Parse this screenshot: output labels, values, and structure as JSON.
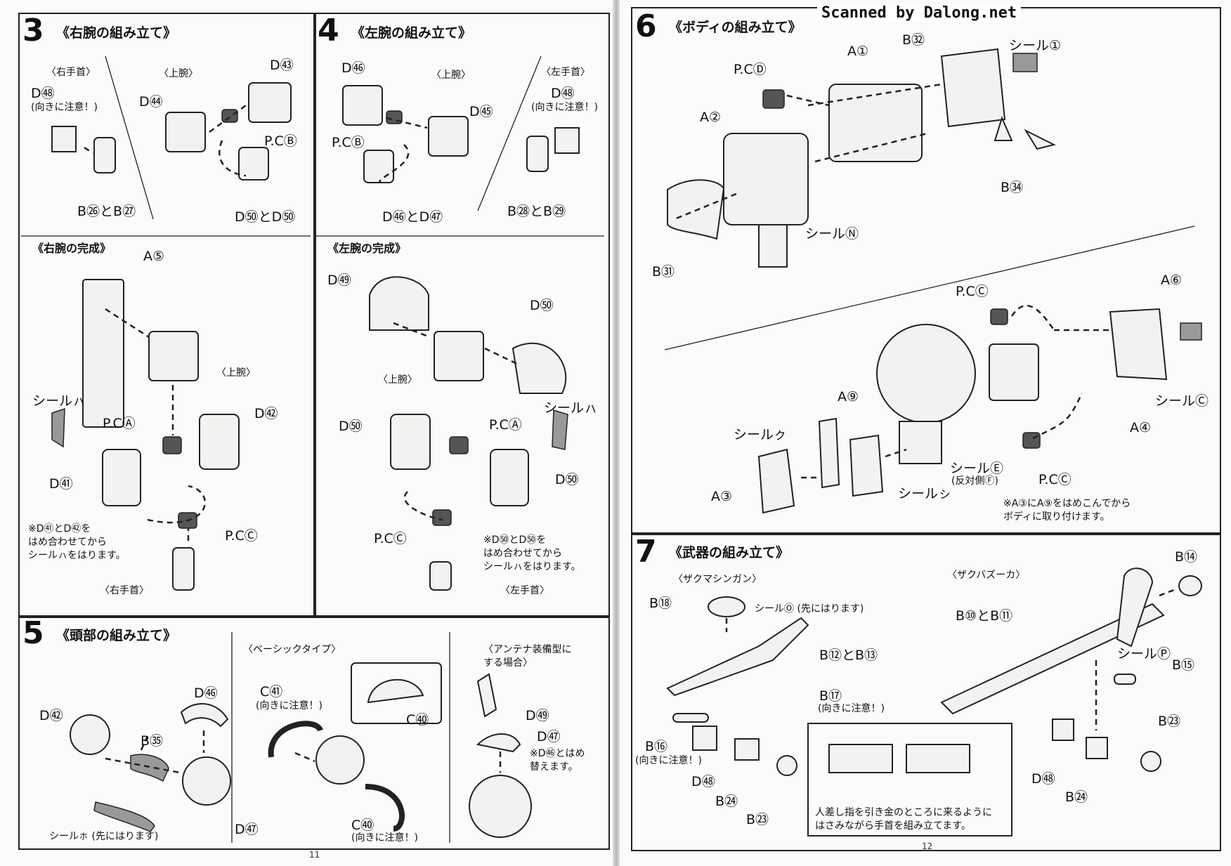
{
  "watermark": "Scanned by Dalong.net",
  "page_numbers": {
    "left": "11",
    "right": "12"
  },
  "step3": {
    "number": "3",
    "title": "《右腕の組み立て》",
    "labels": [
      "〈右手首〉",
      "D㊽",
      "(向きに注意！)",
      "〈上腕〉",
      "D㊸",
      "D㊹",
      "P.CⒷ",
      "B㉖とB㉗",
      "D㊿とD㊿"
    ],
    "sub_title": "《右腕の完成》",
    "complete_labels": [
      "A⑤",
      "〈上腕〉",
      "シールㇵ",
      "P.CⒶ",
      "D㊷",
      "D㊶",
      "P.CⒸ",
      "〈右手首〉"
    ],
    "note": "※D㊶とD㊷を\nはめ合わせてから\nシールㇵをはります。"
  },
  "step4": {
    "number": "4",
    "title": "《左腕の組み立て》",
    "labels": [
      "D㊻",
      "〈上腕〉",
      "〈左手首〉",
      "D㊽",
      "(向きに注意！)",
      "D㊺",
      "P.CⒷ",
      "D㊻とD㊼",
      "B㉘とB㉙"
    ],
    "sub_title": "《左腕の完成》",
    "complete_labels": [
      "D㊾",
      "D㊿",
      "〈上腕〉",
      "シールㇵ",
      "P.CⒶ",
      "D㊿",
      "D㊿",
      "P.CⒸ",
      "〈左手首〉"
    ],
    "note": "※D㊿とD㊿を\nはめ合わせてから\nシールㇵをはります。"
  },
  "step5": {
    "number": "5",
    "title": "《頭部の組み立て》",
    "labels": [
      "D㊷",
      "B㉟",
      "D㊼",
      "D㊻",
      "シールㇹ (先にはります)"
    ],
    "basic": {
      "title": "〈ベーシックタイプ〉",
      "labels": [
        "C㊶",
        "(向きに注意！)",
        "C㊵",
        "C㊵",
        "(向きに注意！)"
      ]
    },
    "antenna": {
      "title": "〈アンテナ装備型に\nする場合〉",
      "labels": [
        "D㊾",
        "D㊼"
      ],
      "note": "※D㊻とはめ\n替えます。"
    }
  },
  "step6": {
    "number": "6",
    "title": "《ボディの組み立て》",
    "labels_top": [
      "P.CⒹ",
      "A①",
      "B㉜",
      "シール①",
      "A②",
      "B㉞",
      "シールⓃ",
      "B㉛"
    ],
    "labels_bottom": [
      "P.CⒸ",
      "A⑥",
      "A⑨",
      "シールㇰ",
      "シールⒸ",
      "A④",
      "シールⒺ",
      "(反対側Ⓕ)",
      "P.CⒸ",
      "A③",
      "シールㇱ"
    ],
    "note": "※A③にA⑨をはめこんでから\nボディに取り付けます。"
  },
  "step7": {
    "number": "7",
    "title": "《武器の組み立て》",
    "mg": {
      "title": "〈ザクマシンガン〉",
      "labels": [
        "B⑱",
        "シールⓄ (先にはります)",
        "B⑫とB⑬",
        "B⑰",
        "(向きに注意！)",
        "B⑯",
        "(向きに注意！)",
        "D㊽",
        "B㉔",
        "B㉓"
      ]
    },
    "bz": {
      "title": "〈ザクバズーカ〉",
      "labels": [
        "B⑭",
        "B⑩とB⑪",
        "シールⓅ",
        "B⑮",
        "B㉓",
        "D㊽",
        "B㉔"
      ]
    },
    "inset_note": "人差し指を引き金のところに来るように\nはさみながら手首を組み立てます。"
  }
}
